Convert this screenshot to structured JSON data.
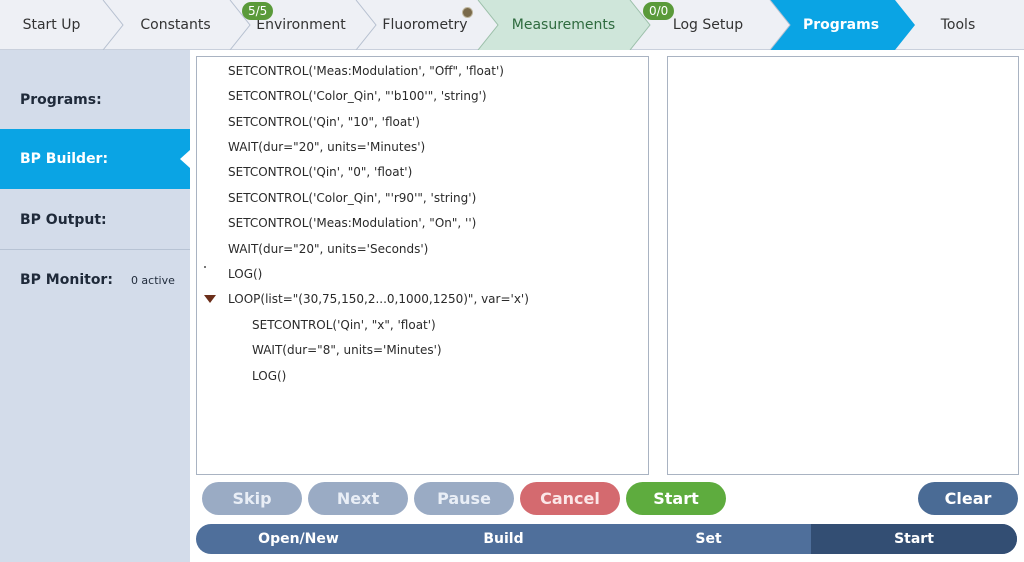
{
  "topnav": {
    "tabs": [
      {
        "label": "Start Up"
      },
      {
        "label": "Constants"
      },
      {
        "label": "Environment",
        "badge": "5/5"
      },
      {
        "label": "Fluorometry"
      },
      {
        "label": "Measurements"
      },
      {
        "label": "Log Setup",
        "badge": "0/0"
      },
      {
        "label": "Programs"
      },
      {
        "label": "Tools"
      }
    ],
    "colors": {
      "default": "#eef0f5",
      "measurements": "#cfe6da",
      "programs": "#0aa4e4",
      "badge": "#5a9a3a"
    }
  },
  "sidebar": {
    "items": [
      {
        "label": "Programs:"
      },
      {
        "label": "BP Builder:"
      },
      {
        "label": "BP Output:"
      },
      {
        "label": "BP Monitor:",
        "sub": "0 active"
      }
    ]
  },
  "code": {
    "lines": [
      {
        "text": "SETCONTROL('Meas:Modulation', \"Off\", 'float')"
      },
      {
        "text": "SETCONTROL('Color_Qin', \"'b100'\", 'string')"
      },
      {
        "text": "SETCONTROL('Qin', \"10\", 'float')"
      },
      {
        "text": "WAIT(dur=\"20\", units='Minutes')"
      },
      {
        "text": "SETCONTROL('Qin', \"0\", 'float')"
      },
      {
        "text": "SETCONTROL('Color_Qin', \"'r90'\", 'string')"
      },
      {
        "text": "SETCONTROL('Meas:Modulation', \"On\", '')"
      },
      {
        "text": "WAIT(dur=\"20\", units='Seconds')"
      },
      {
        "text": "LOG()"
      },
      {
        "text": "LOOP(list=\"(30,75,150,2...0,1000,1250)\", var='x')"
      },
      {
        "text": "SETCONTROL('Qin', \"x\", 'float')"
      },
      {
        "text": "WAIT(dur=\"8\", units='Minutes')"
      },
      {
        "text": "LOG()"
      }
    ]
  },
  "actions": {
    "skip": "Skip",
    "next": "Next",
    "pause": "Pause",
    "cancel": "Cancel",
    "start": "Start",
    "clear": "Clear"
  },
  "bottom_bar": {
    "segments": [
      {
        "label": "Open/New"
      },
      {
        "label": "Build"
      },
      {
        "label": "Set"
      },
      {
        "label": "Start"
      }
    ]
  }
}
